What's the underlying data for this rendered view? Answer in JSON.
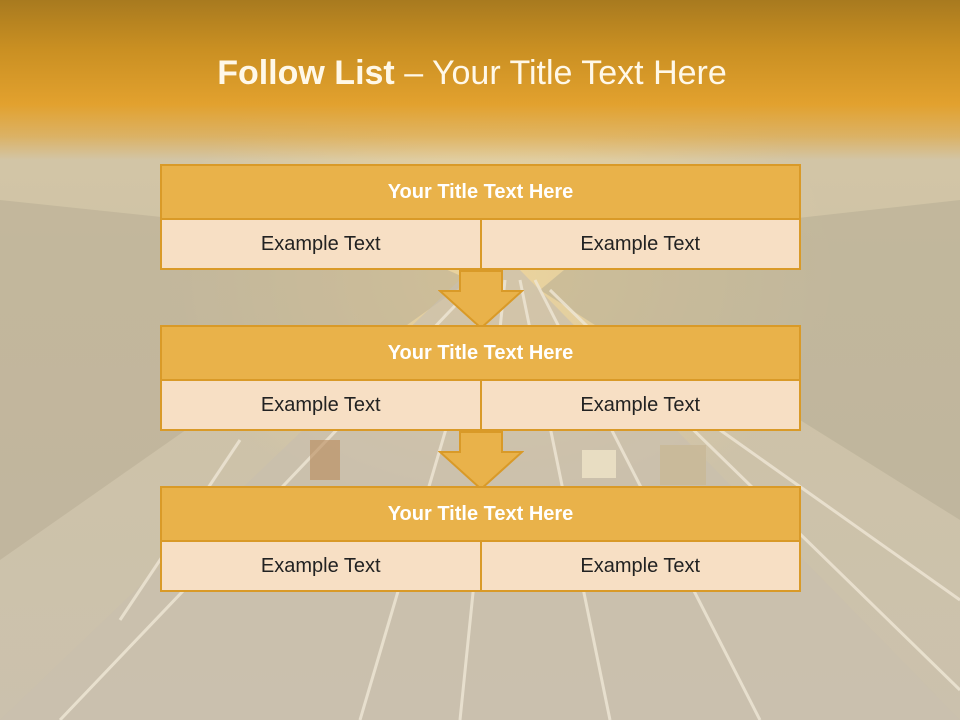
{
  "slide": {
    "title_bold": "Follow List",
    "title_rest": "– Your Title Text Here"
  },
  "blocks": [
    {
      "title": "Your Title Text Here",
      "left": "Example Text",
      "right": "Example Text"
    },
    {
      "title": "Your Title Text Here",
      "left": "Example Text",
      "right": "Example Text"
    },
    {
      "title": "Your Title Text Here",
      "left": "Example Text",
      "right": "Example Text"
    }
  ],
  "colors": {
    "accent": "#e9b24a",
    "accent_border": "#d99a28",
    "cell_fill": "#f7dfc4",
    "title_text": "#fff8e8"
  },
  "icons": [
    "down-arrow-icon",
    "highway-background-image"
  ]
}
